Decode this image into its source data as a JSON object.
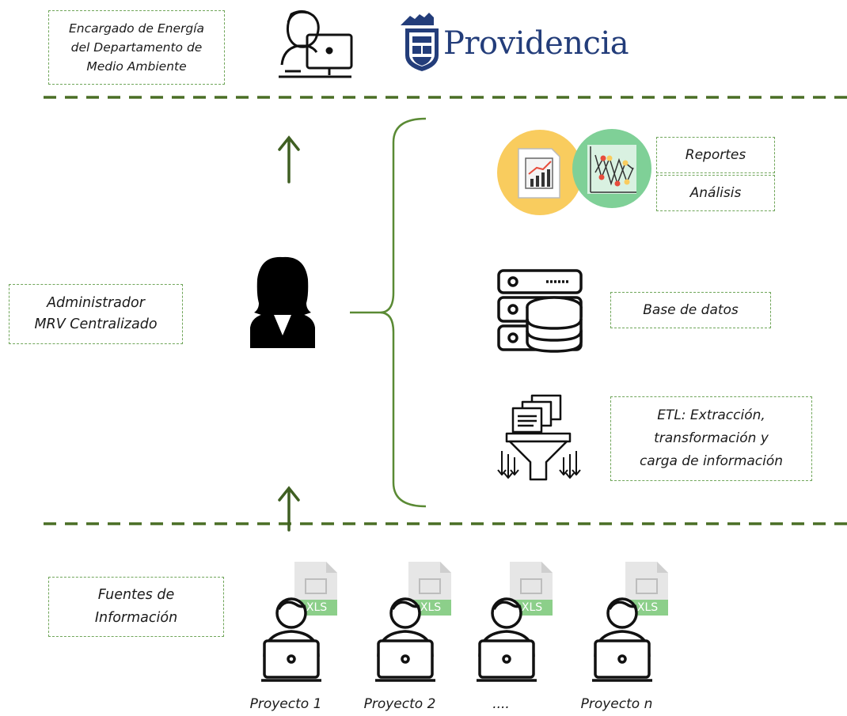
{
  "header_role": {
    "lines": [
      "Encargado de Energía",
      "del Departamento de",
      "Medio Ambiente"
    ]
  },
  "logo": {
    "text": "Providencia"
  },
  "admin_role": {
    "lines": [
      "Administrador",
      "MRV Centralizado"
    ]
  },
  "components": {
    "reportes": "Reportes",
    "analisis": "Análisis",
    "base_datos": "Base de datos",
    "etl_lines": [
      "ETL: Extracción,",
      "transformación y",
      "carga de información"
    ]
  },
  "sources_role": {
    "lines": [
      "Fuentes de",
      "Información"
    ]
  },
  "projects": [
    "Proyecto 1",
    "Proyecto 2",
    "....",
    "Proyecto n"
  ],
  "file_badge": "XLS",
  "colors": {
    "accent_green": "#4a6e25",
    "dashed_border": "#70a65a",
    "report_circle": "#f9cc5e",
    "analysis_circle": "#7fd097",
    "logo_blue": "#233d7a"
  }
}
